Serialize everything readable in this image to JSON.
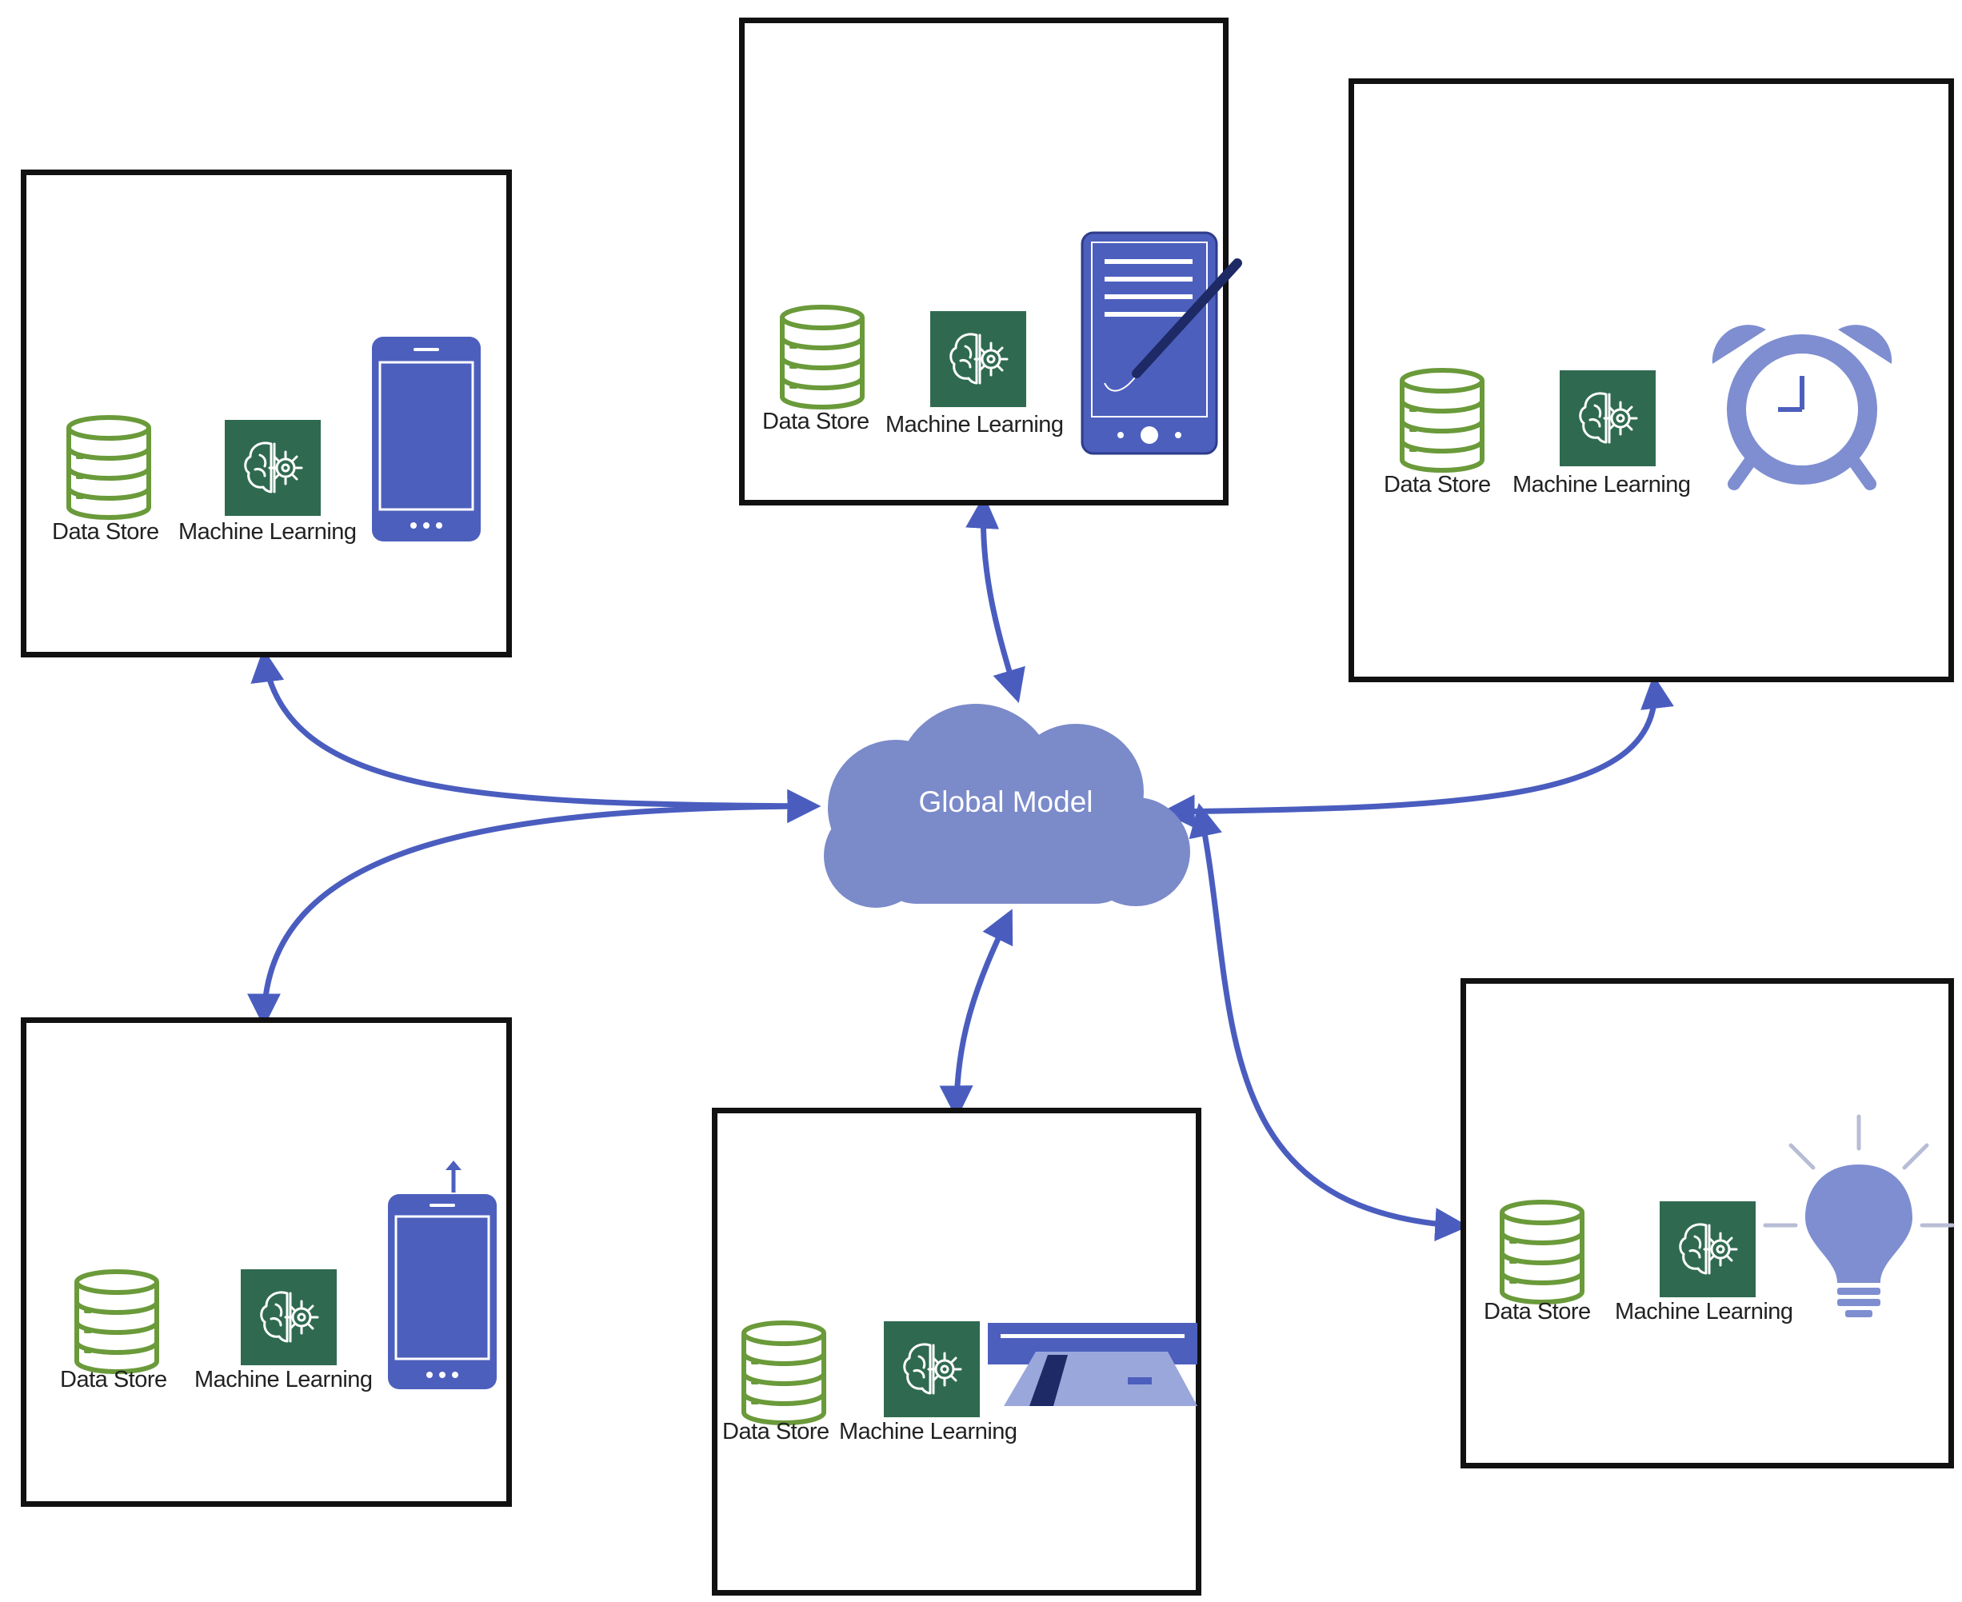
{
  "colors": {
    "accent": "#4a5dbf",
    "cloud": "#7b8ac9",
    "device": "#4d5fbd",
    "device_light": "#7e8ed0",
    "storage": "#6a9a3a",
    "ml_tile": "#2f6a50",
    "border": "#111111"
  },
  "cloud": {
    "label": "Global Model"
  },
  "nodes": [
    {
      "id": "top-left",
      "data_store_label": "Data Store",
      "ml_label": "Machine Learning",
      "device_icon": "smartphone-icon"
    },
    {
      "id": "top-center",
      "data_store_label": "Data Store",
      "ml_label": "Machine Learning",
      "device_icon": "tablet-stylus-icon"
    },
    {
      "id": "top-right",
      "data_store_label": "Data Store",
      "ml_label": "Machine Learning",
      "device_icon": "alarm-clock-icon"
    },
    {
      "id": "bottom-left",
      "data_store_label": "Data Store",
      "ml_label": "Machine Learning",
      "device_icon": "smartphone-upload-icon"
    },
    {
      "id": "bottom-center",
      "data_store_label": "Data Store",
      "ml_label": "Machine Learning",
      "device_icon": "card-reader-icon"
    },
    {
      "id": "bottom-right",
      "data_store_label": "Data Store",
      "ml_label": "Machine Learning",
      "device_icon": "light-bulb-icon"
    }
  ]
}
